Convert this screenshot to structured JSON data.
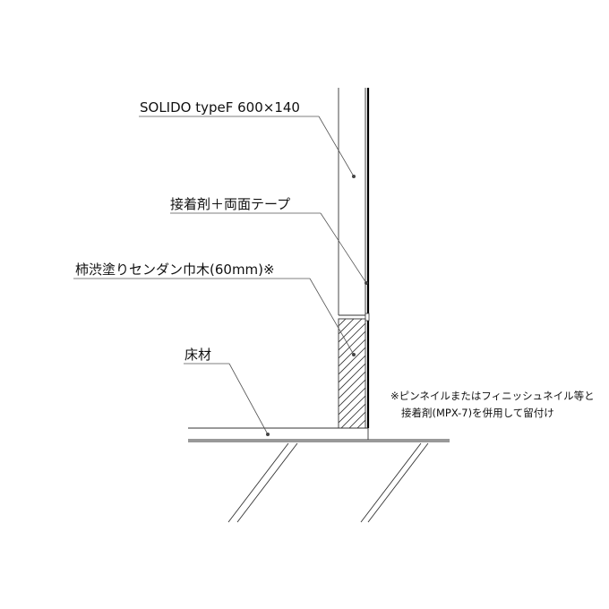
{
  "labels": {
    "panel": "SOLIDO typeF 600×140",
    "adhesive": "接着剤＋両面テープ",
    "baseboard": "柿渋塗りセンダン巾木(60mm)※",
    "floor": "床材"
  },
  "note": {
    "line1": "※ピンネイルまたはフィニッシュネイル等と",
    "line2": "接着剤(MPX-7)を併用して留付け"
  }
}
